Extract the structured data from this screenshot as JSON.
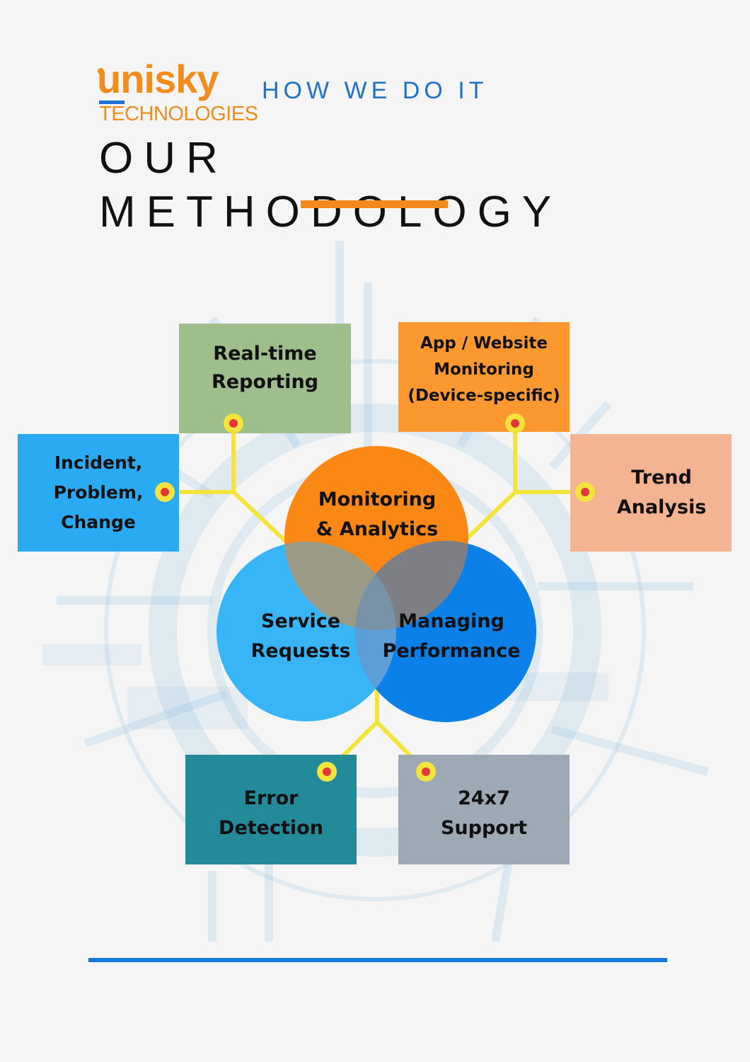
{
  "header": {
    "logo_top": "unisky",
    "logo_bottom": "TECHNOLOGIES",
    "subtitle": "HOW WE DO IT",
    "title": "OUR METHODOLOGY"
  },
  "colors": {
    "orange_accent": "#f28a1c",
    "blue_accent": "#1479dd",
    "connector": "#f2e43a",
    "node_dot": "#e0383b"
  },
  "diagram": {
    "circles": [
      {
        "label": "Monitoring\n& Analytics",
        "color": "#fb8714"
      },
      {
        "label": "Service\nRequests",
        "color": "#38b5f7"
      },
      {
        "label": "Managing\nPerformance",
        "color": "#0a80e8"
      }
    ],
    "boxes": {
      "realtime": {
        "label": "Real-time\nReporting",
        "color": "#9ebf8c"
      },
      "app_monitoring": {
        "label": "App / Website\nMonitoring\n(Device-specific)",
        "color": "#fb9830"
      },
      "incident": {
        "label": "Incident,\nProblem,\nChange",
        "color": "#2aaaf3"
      },
      "trend": {
        "label": "Trend\nAnalysis",
        "color": "#f4b491"
      },
      "error": {
        "label": "Error\nDetection",
        "color": "#238a9a"
      },
      "support": {
        "label": "24x7\nSupport",
        "color": "#9ea9b6"
      }
    }
  }
}
